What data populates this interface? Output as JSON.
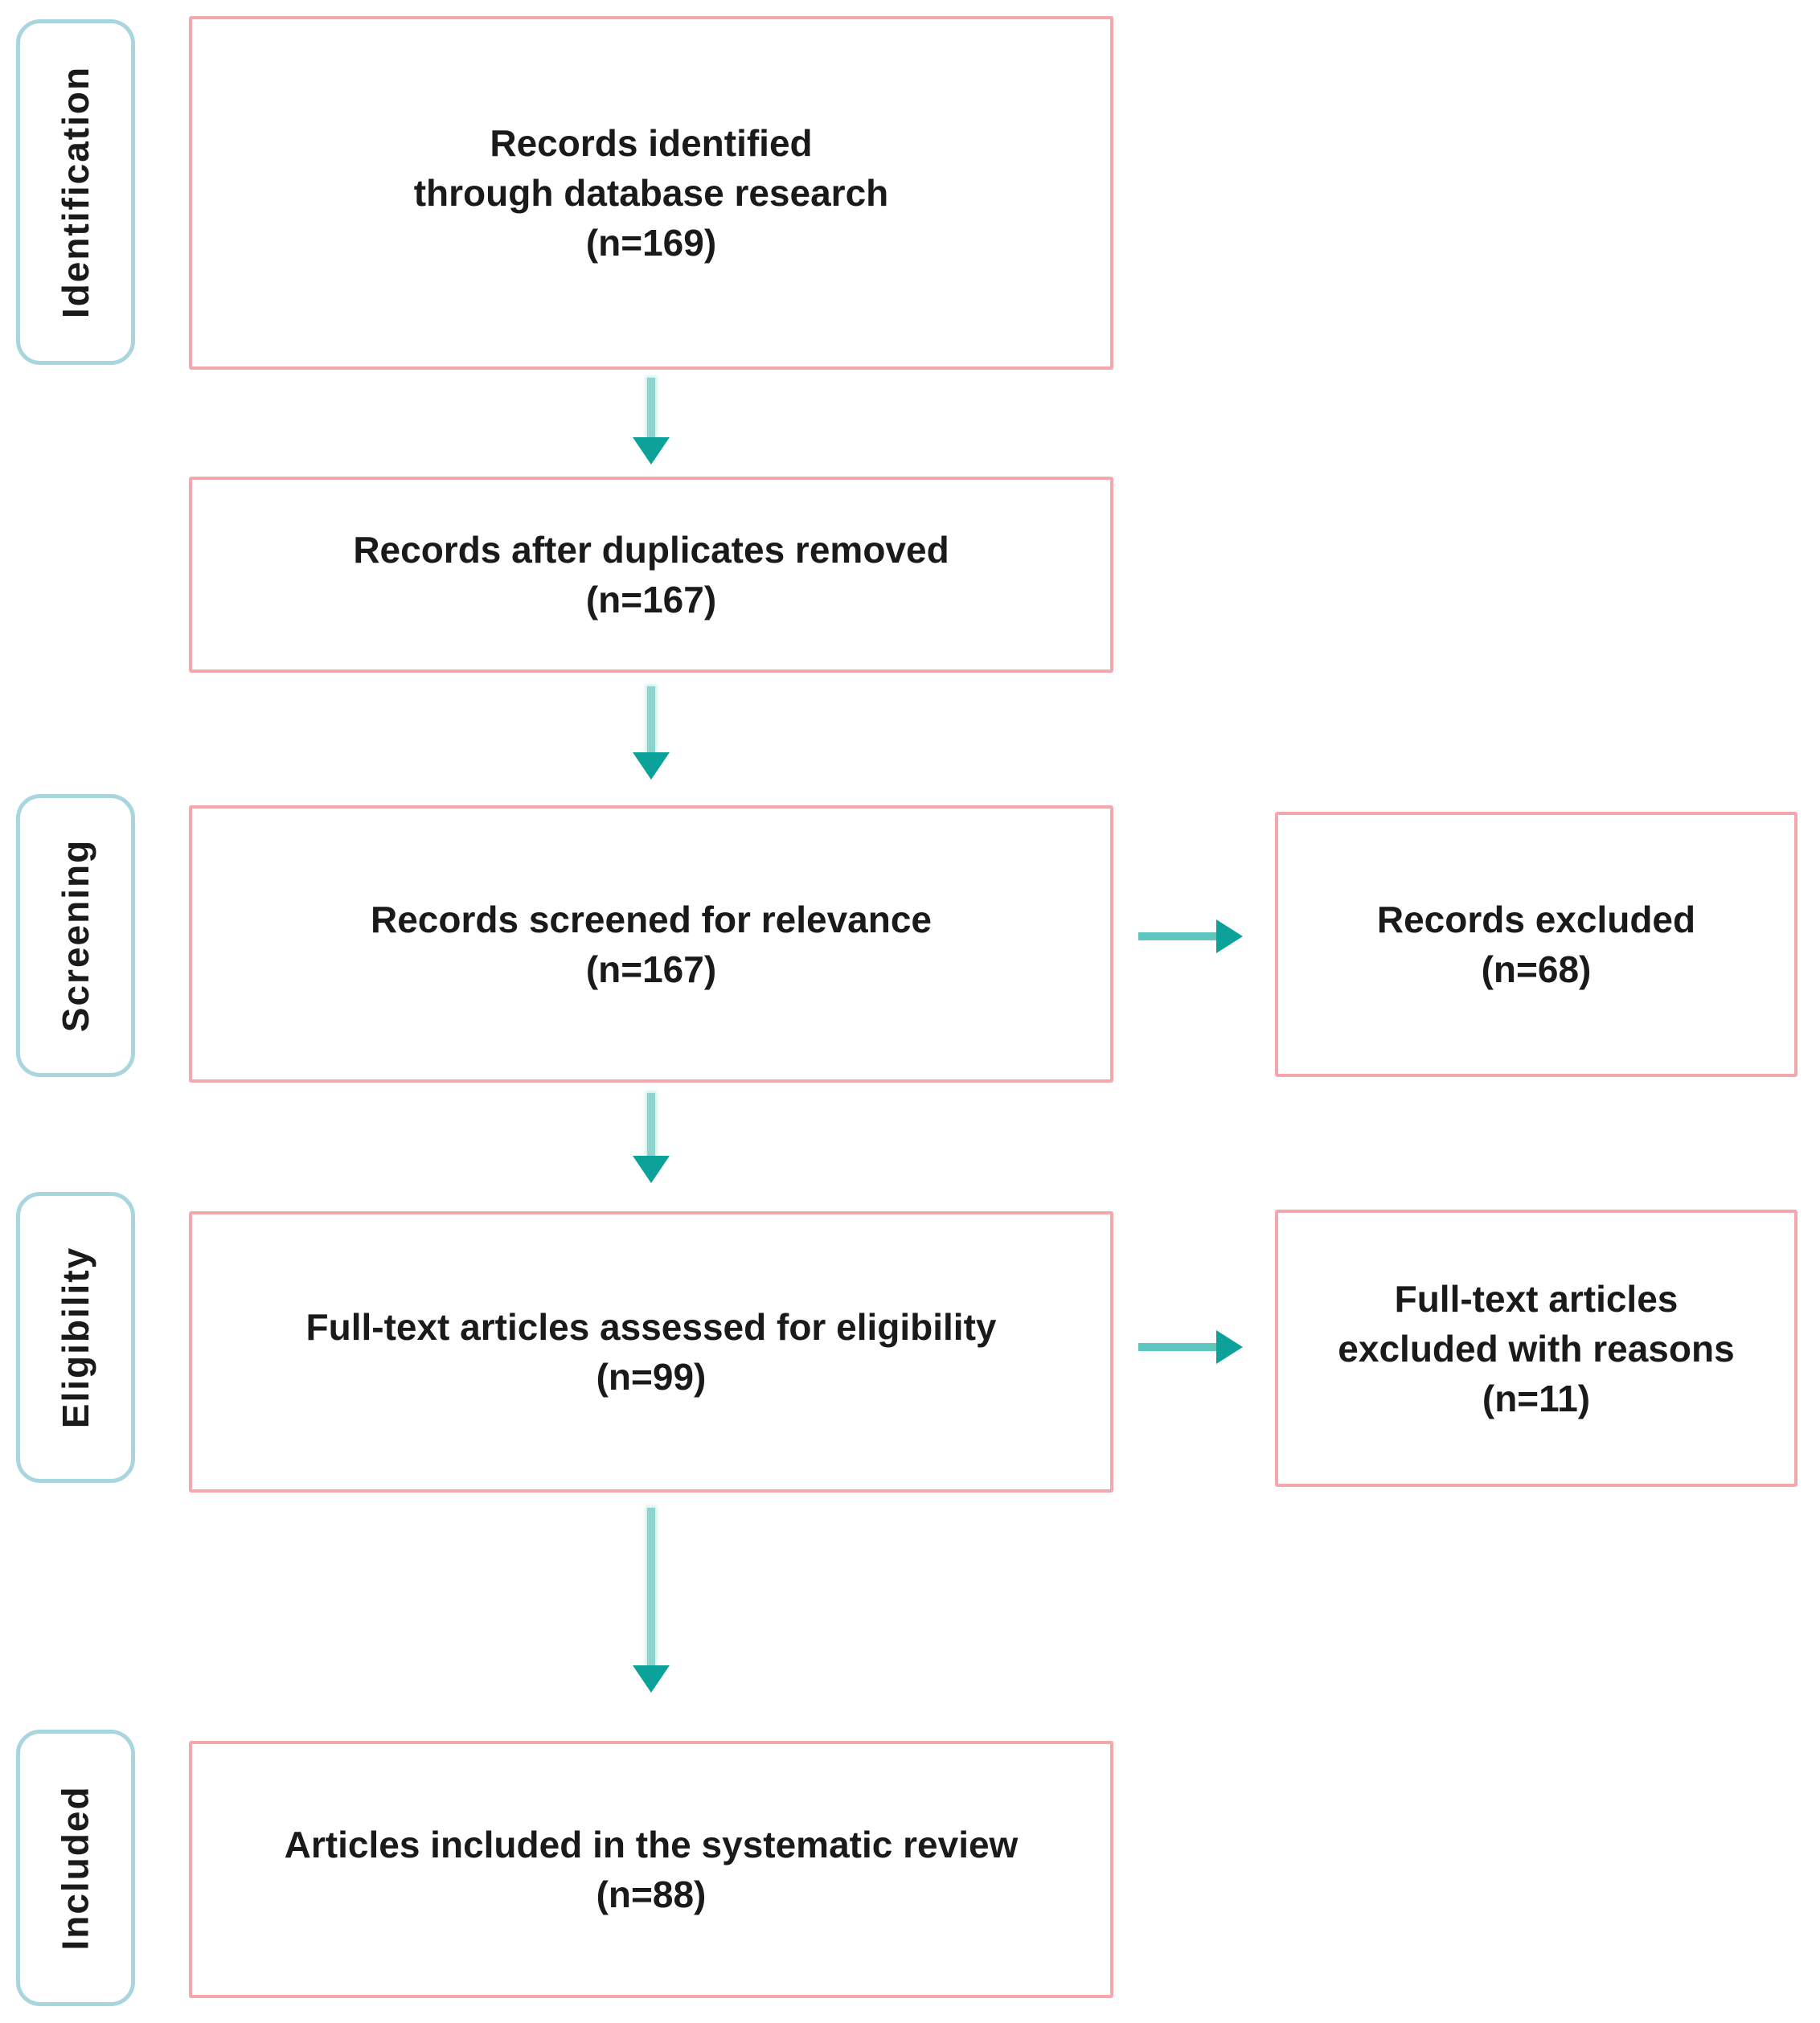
{
  "colors": {
    "background": "#ffffff",
    "text": "#1a1a1a",
    "box_border": "#f5a7ae",
    "stage_border": "#a9d6de",
    "arrow_shaft_v": "#8ed3ce",
    "arrow_shaft_h": "#5fc6bf",
    "arrow_head": "#0ca29a"
  },
  "stages": [
    {
      "label": "Identification"
    },
    {
      "label": "Screening"
    },
    {
      "label": "Eligibility"
    },
    {
      "label": "Included"
    }
  ],
  "main_boxes": [
    {
      "id": "records-identified",
      "lines": [
        "Records identified",
        "through database research",
        "(n=169)"
      ]
    },
    {
      "id": "records-after-duplicates",
      "lines": [
        "Records after duplicates removed",
        "(n=167)"
      ]
    },
    {
      "id": "records-screened",
      "lines": [
        "Records screened for relevance",
        "(n=167)"
      ]
    },
    {
      "id": "fulltext-assessed",
      "lines": [
        "Full-text articles assessed for eligibility",
        "(n=99)"
      ]
    },
    {
      "id": "articles-included",
      "lines": [
        "Articles included in the systematic review",
        "(n=88)"
      ]
    }
  ],
  "side_boxes": [
    {
      "id": "records-excluded",
      "lines": [
        "Records excluded",
        "(n=68)"
      ]
    },
    {
      "id": "fulltext-excluded",
      "lines": [
        "Full-text articles",
        "excluded with reasons",
        "(n=11)"
      ]
    }
  ],
  "connections": [
    {
      "from": "records-identified",
      "to": "records-after-duplicates",
      "direction": "down"
    },
    {
      "from": "records-after-duplicates",
      "to": "records-screened",
      "direction": "down"
    },
    {
      "from": "records-screened",
      "to": "fulltext-assessed",
      "direction": "down"
    },
    {
      "from": "fulltext-assessed",
      "to": "articles-included",
      "direction": "down"
    },
    {
      "from": "records-screened",
      "to": "records-excluded",
      "direction": "right"
    },
    {
      "from": "fulltext-assessed",
      "to": "fulltext-excluded",
      "direction": "right"
    }
  ]
}
